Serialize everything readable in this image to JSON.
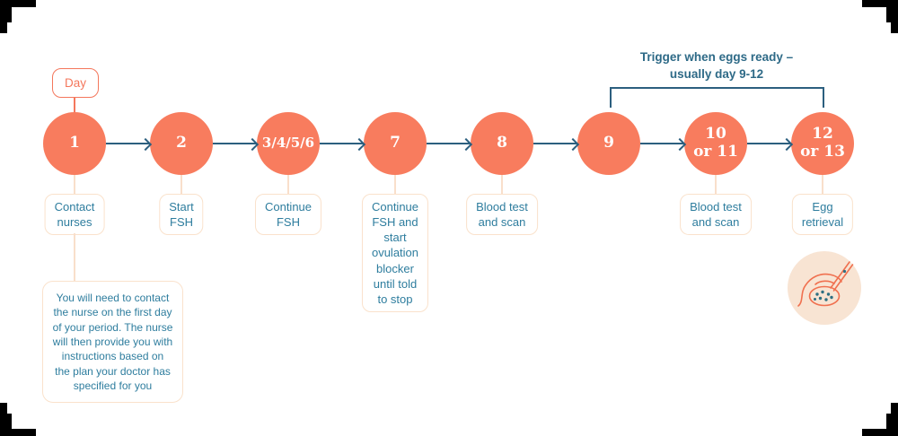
{
  "colors": {
    "coral": "#F87C5E",
    "day_tag_coral": "#F4775C",
    "peach_border": "#FAE2CC",
    "peach_stem": "#F9DFCB",
    "label_blue": "#2E7D9E",
    "slate_arrow": "#2C5F7F",
    "trigger_text_blue": "#2E6A87",
    "icon_background": "#F8E4D3"
  },
  "day_tag": {
    "label": "Day"
  },
  "trigger_annotation": {
    "text": "Trigger when eggs ready –\nusually day 9-12"
  },
  "steps": [
    {
      "day": "1",
      "label": "Contact\nnurses"
    },
    {
      "day": "2",
      "label": "Start\nFSH"
    },
    {
      "day": "3/4/5/6",
      "label": "Continue\nFSH"
    },
    {
      "day": "7",
      "label": "Continue\nFSH and\nstart\novulation\nblocker\nuntil told\nto stop"
    },
    {
      "day": "8",
      "label": "Blood test\nand scan"
    },
    {
      "day": "9"
    },
    {
      "day": "10\nor 11",
      "label": "Blood test\nand scan"
    },
    {
      "day": "12\nor 13",
      "label": "Egg\nretrieval"
    }
  ],
  "note": {
    "text": "You will need to contact\nthe nurse on the first day\nof your period. The nurse\nwill then provide you with\ninstructions based on\nthe plan your doctor has\nspecified for you"
  },
  "icons": {
    "egg_retrieval": "egg-retrieval-illustration"
  }
}
